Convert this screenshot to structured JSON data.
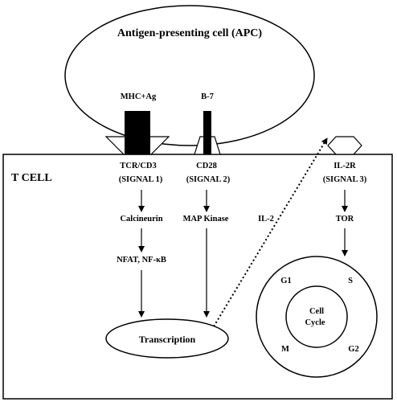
{
  "apc": {
    "label": "Antigen-presenting cell (APC)"
  },
  "receptors": {
    "mhc": "MHC+Ag",
    "b7": "B-7"
  },
  "tcell": {
    "label": "T CELL",
    "col1": {
      "receptor": "TCR/CD3",
      "signal": "(SIGNAL 1)",
      "step1": "Calcineurin",
      "step2": "NFAT, NF-κB"
    },
    "col2": {
      "receptor": "CD28",
      "signal": "(SIGNAL 2)",
      "step1": "MAP Kinase"
    },
    "col3": {
      "receptor": "IL-2R",
      "signal": "(SIGNAL 3)",
      "step1": "TOR"
    },
    "il2": "IL-2",
    "transcription": "Transcription"
  },
  "cell_cycle": {
    "center_line1": "Cell",
    "center_line2": "Cycle",
    "g1": "G1",
    "s": "S",
    "m": "M",
    "g2": "G2"
  }
}
